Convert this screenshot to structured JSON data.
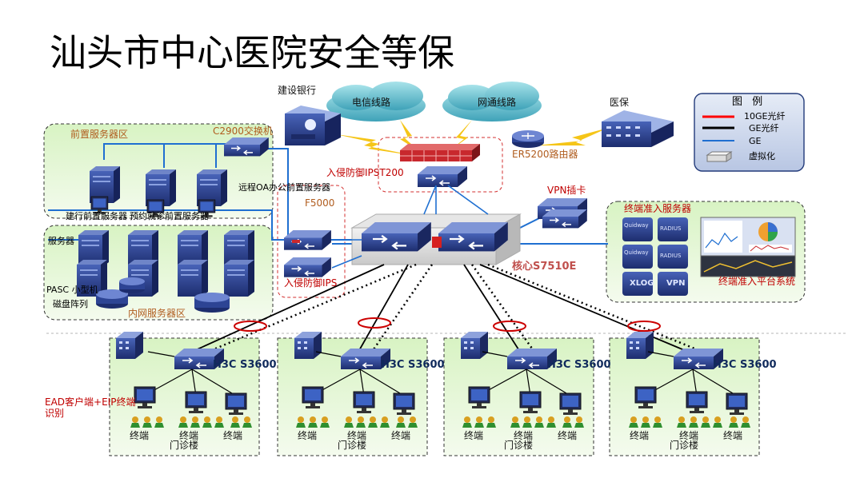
{
  "slide": {
    "title": "汕头市中心医院安全等保"
  },
  "clouds": [
    {
      "label": "电信线路",
      "icon": "cloud-icon"
    },
    {
      "label": "网通线路",
      "icon": "cloud-icon"
    }
  ],
  "nodes": {
    "bank": "建设银行",
    "medical_insurance": "医保",
    "firewall": "入侵防御IPST200",
    "router": "ER5200路由器",
    "c2900": "C2900交换机",
    "front_zone": "前置服务器区",
    "remote_oa": "远程OA办公前置服务器",
    "bank_front": "建行前置服务器",
    "appt_front": "预约就诊前置服务器",
    "f5000": "F5000",
    "ips": "入侵防御IPS",
    "core": "核心S7510E",
    "vpn": "VPN插卡",
    "server": "服务器",
    "pasc": "PASC 小型机",
    "disk": "磁盘阵列",
    "internal_zone": "内网服务器区",
    "access_servers": "终端准入服务器",
    "access_platform": "终端准入平台系统",
    "ead": "EAD客户端+EIP终端识别"
  },
  "access_tiles": [
    "Quidway",
    "RADIUS",
    "Quidway",
    "RADIUS",
    "XLOG",
    "VPN"
  ],
  "legend": {
    "title": "图 例",
    "items": [
      {
        "label": "10GE光纤",
        "color": "#ff0000"
      },
      {
        "label": "GE光纤",
        "color": "#000000"
      },
      {
        "label": "GE",
        "color": "#1f6fd1"
      },
      {
        "label": "虚拟化",
        "icon": "virtualization-icon"
      }
    ]
  },
  "buildings": [
    {
      "switch": "H3C S3600",
      "terminals": [
        "终端",
        "终端",
        "终端"
      ],
      "name": "门诊楼"
    },
    {
      "switch": "H3C S3600",
      "terminals": [
        "终端",
        "终端",
        "终端"
      ],
      "name": "门诊楼"
    },
    {
      "switch": "H3C S3600",
      "terminals": [
        "终端",
        "终端",
        "终端"
      ],
      "name": "门诊楼"
    },
    {
      "switch": "H3C S3600",
      "terminals": [
        "终端",
        "终端",
        "终端"
      ],
      "name": "门诊楼"
    }
  ],
  "colors": {
    "zone_fill": "#e6f7d4",
    "zone_border": "#333333",
    "device_blue": "#2c3f8c",
    "firewall_red": "#c8282d",
    "cloud_teal": "#5ab8c8",
    "link_blue": "#1f6fd1",
    "ring_red": "#cc0000"
  }
}
